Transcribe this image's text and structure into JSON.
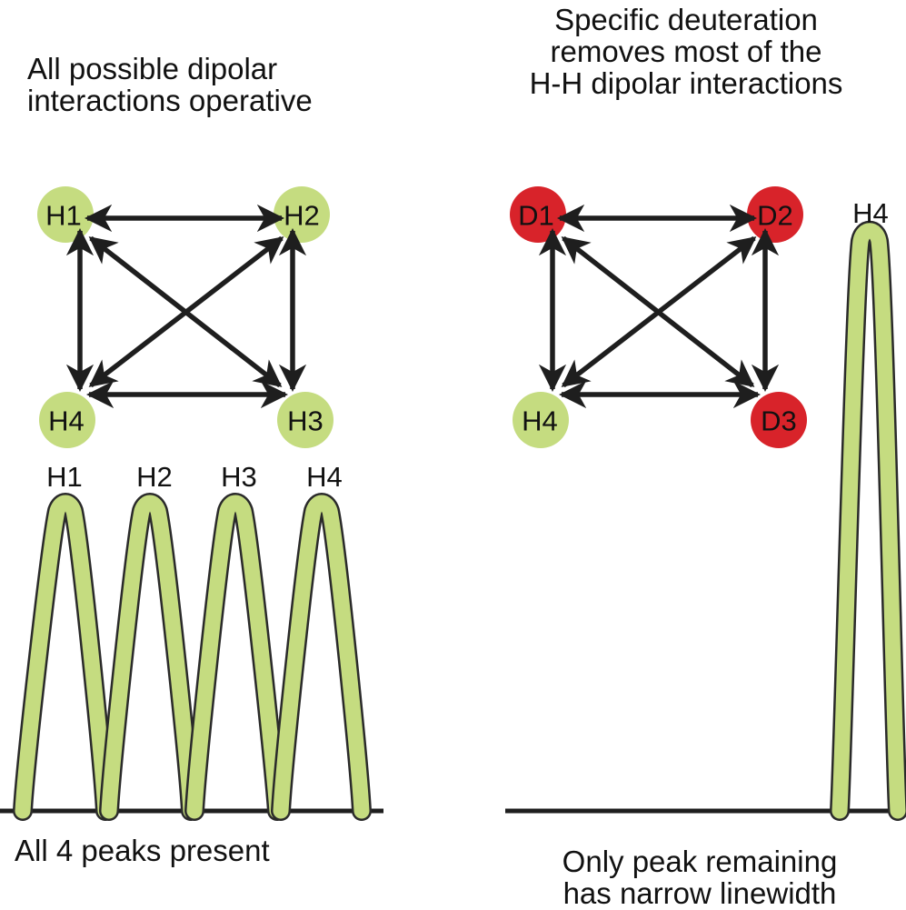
{
  "colors": {
    "proton": "#c5dc80",
    "deuteron": "#d8232a",
    "arrow": "#1e1e1e",
    "baseline": "#1e1e1e",
    "peak_fill": "#c5dc80",
    "peak_outline": "#2a2a2a"
  },
  "left_panel": {
    "title_lines": [
      "All possible dipolar",
      "interactions operative"
    ],
    "nodes": {
      "top_left": {
        "label": "H1",
        "kind": "proton"
      },
      "top_right": {
        "label": "H2",
        "kind": "proton"
      },
      "bottom_right": {
        "label": "H3",
        "kind": "proton"
      },
      "bottom_left": {
        "label": "H4",
        "kind": "proton"
      }
    },
    "peak_labels": [
      "H1",
      "H2",
      "H3",
      "H4"
    ],
    "caption_lines": [
      "All 4 peaks present"
    ]
  },
  "right_panel": {
    "title_lines": [
      "Specific deuteration",
      "removes most of the",
      "H-H dipolar interactions"
    ],
    "nodes": {
      "top_left": {
        "label": "D1",
        "kind": "deuteron"
      },
      "top_right": {
        "label": "D2",
        "kind": "deuteron"
      },
      "bottom_right": {
        "label": "D3",
        "kind": "deuteron"
      },
      "bottom_left": {
        "label": "H4",
        "kind": "proton"
      }
    },
    "peak_labels": [
      "H4"
    ],
    "caption_lines": [
      "Only peak remaining",
      "has narrow linewidth"
    ]
  }
}
